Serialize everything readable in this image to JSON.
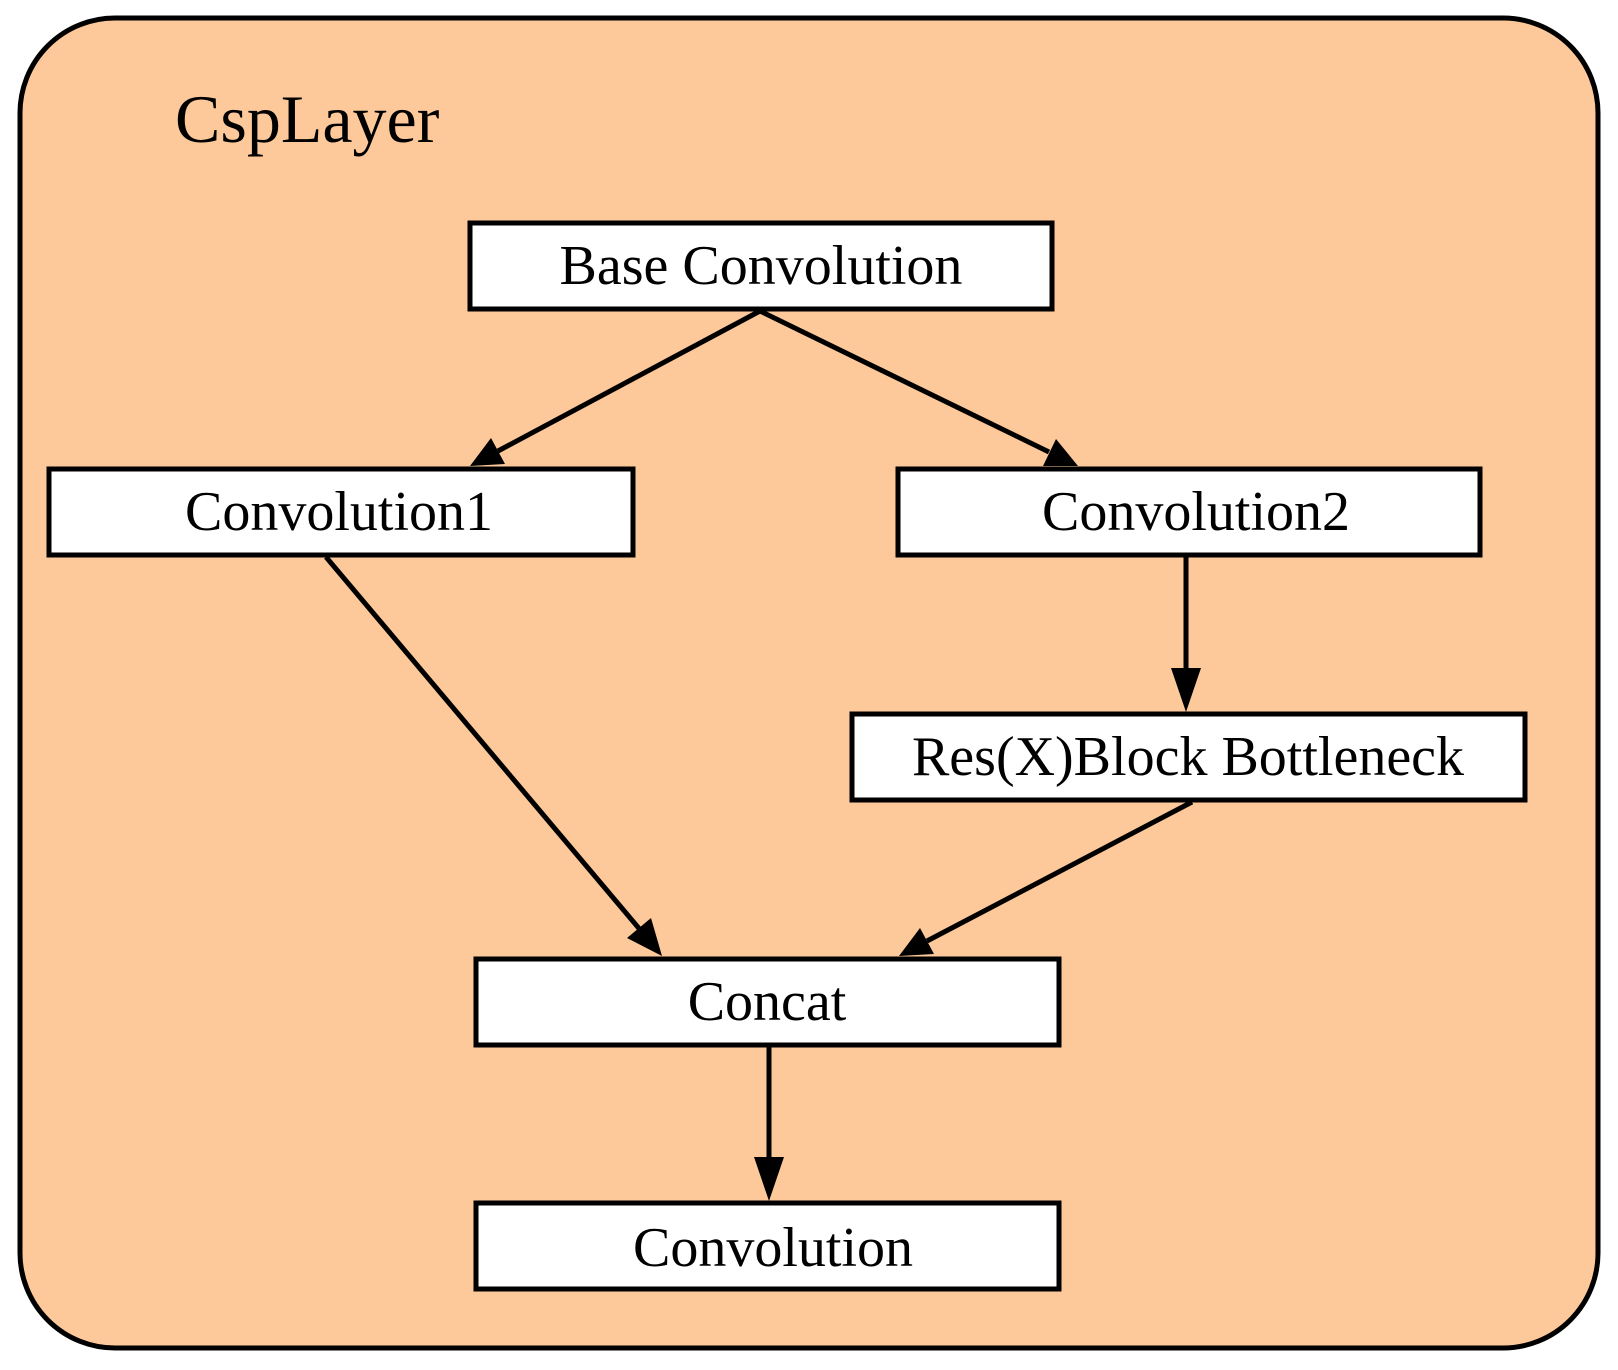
{
  "colors": {
    "container_fill": "#FDC99A",
    "box_fill": "#FFFFFF",
    "line": "#000000"
  },
  "container": {
    "title": "CspLayer"
  },
  "nodes": {
    "base_conv": "Base Convolution",
    "conv1": "Convolution1",
    "conv2": "Convolution2",
    "resblock": "Res(X)Block Bottleneck",
    "concat": "Concat",
    "conv_out": "Convolution"
  },
  "edges": [
    {
      "from": "base_conv",
      "to": "conv1"
    },
    {
      "from": "base_conv",
      "to": "conv2"
    },
    {
      "from": "conv2",
      "to": "resblock"
    },
    {
      "from": "conv1",
      "to": "concat"
    },
    {
      "from": "resblock",
      "to": "concat"
    },
    {
      "from": "concat",
      "to": "conv_out"
    }
  ]
}
